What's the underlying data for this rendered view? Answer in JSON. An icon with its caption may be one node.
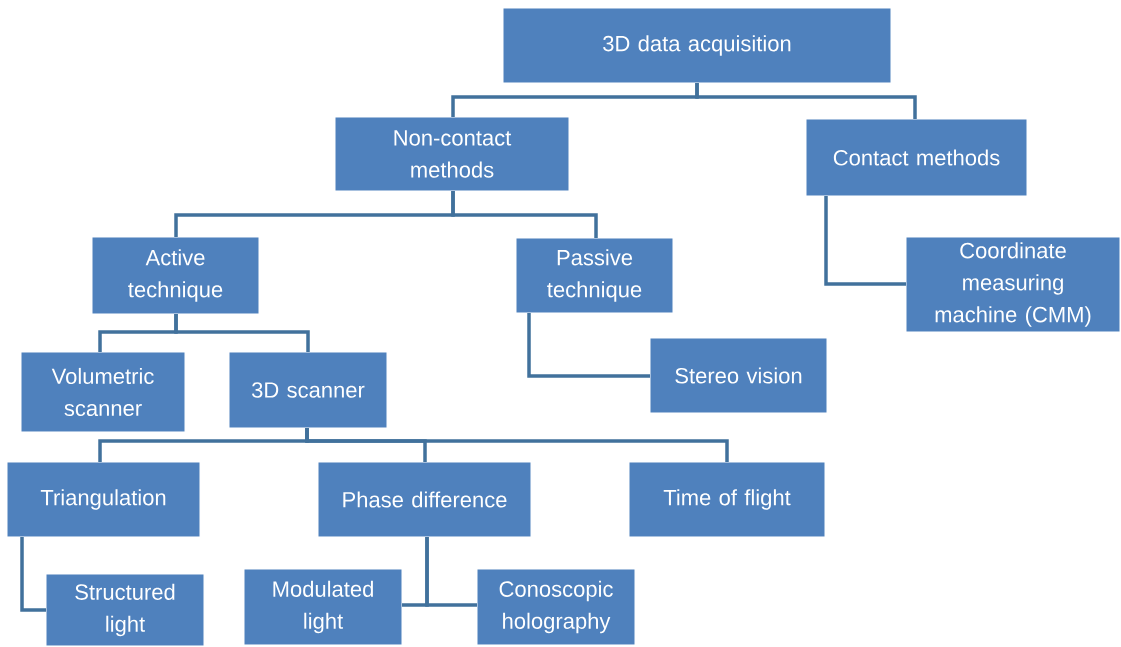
{
  "diagram": {
    "nodes": [
      {
        "text": [
          "3D data acquisition"
        ]
      },
      {
        "text": [
          "Non-contact methods"
        ]
      },
      {
        "text": [
          "Contact methods"
        ]
      },
      {
        "text": [
          "Active technique"
        ]
      },
      {
        "text": [
          "Passive technique"
        ]
      },
      {
        "text": [
          "Coordinate measuring machine (CMM)"
        ]
      },
      {
        "text": [
          "Volumetric scanner"
        ]
      },
      {
        "text": [
          "3D scanner"
        ]
      },
      {
        "text": [
          "Stereo vision"
        ]
      },
      {
        "text": [
          "Triangulation"
        ]
      },
      {
        "text": [
          "Phase difference"
        ]
      },
      {
        "text": [
          "Time of flight"
        ]
      },
      {
        "text": [
          "Structured light"
        ]
      },
      {
        "text": [
          "Modulated light"
        ]
      },
      {
        "text": [
          "Conoscopic holography"
        ]
      }
    ],
    "edges": [
      {
        "from": 0,
        "to": 1,
        "arrow": "none"
      },
      {
        "from": 0,
        "to": 2,
        "arrow": "none"
      },
      {
        "from": 1,
        "to": 3,
        "arrow": "none"
      },
      {
        "from": 1,
        "to": 4,
        "arrow": "none"
      },
      {
        "from": 2,
        "to": 5,
        "arrow": "none"
      },
      {
        "from": 3,
        "to": 6,
        "arrow": "none"
      },
      {
        "from": 3,
        "to": 7,
        "arrow": "none"
      },
      {
        "from": 4,
        "to": 8,
        "arrow": "none"
      },
      {
        "from": 7,
        "to": 9,
        "arrow": "none"
      },
      {
        "from": 7,
        "to": 10,
        "arrow": "none"
      },
      {
        "from": 7,
        "to": 11,
        "arrow": "none"
      },
      {
        "from": 9,
        "to": 12,
        "arrow": "none"
      },
      {
        "from": 10,
        "to": 13,
        "arrow": "none"
      },
      {
        "from": 10,
        "to": 14,
        "arrow": "none"
      }
    ]
  }
}
